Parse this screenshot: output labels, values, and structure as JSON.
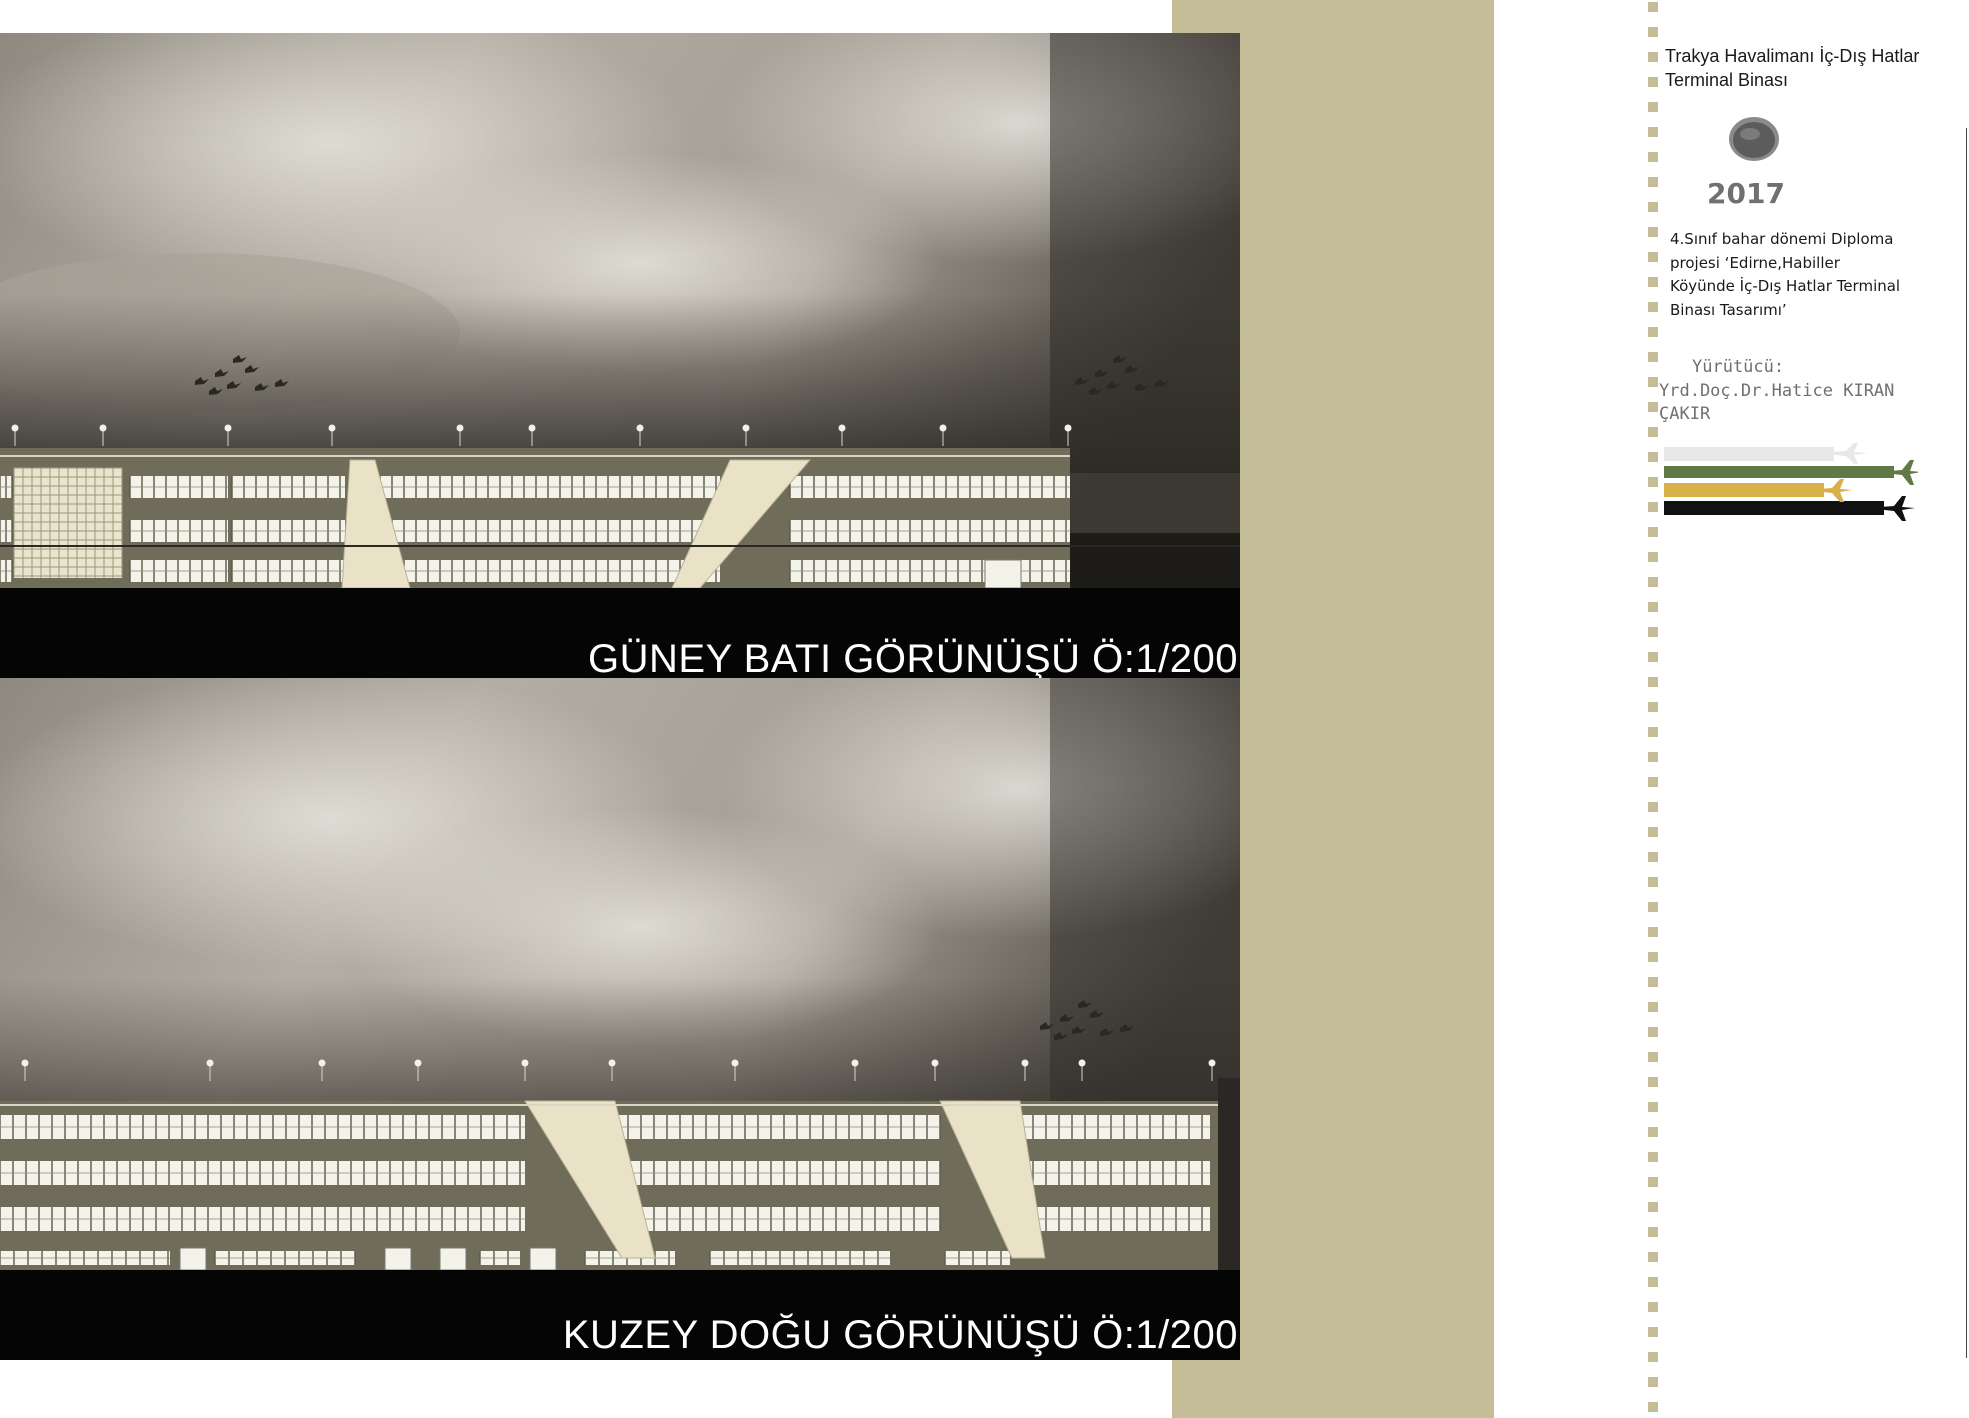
{
  "project": {
    "title": "Trakya Havalimanı İç-Dış Hatlar Terminal Binası",
    "year": "2017",
    "description": "4.Sınıf bahar dönemi Diploma projesi ‘Edirne,Habiller Köyünde İç-Dış Hatlar Terminal Binası Tasarımı’",
    "supervisor_label": "Yürütücü:",
    "supervisor_name": "Yrd.Doç.Dr.Hatice KIRAN ÇAKIR"
  },
  "drawings": [
    {
      "title": "GÜNEY BATI GÖRÜNÜŞÜ Ö:1/200"
    },
    {
      "title": "KUZEY DOĞU GÖRÜNÜŞÜ Ö:1/200"
    }
  ],
  "colors": {
    "beige": "#c5bc98",
    "facade": "#6f6d5a",
    "glass": "#f4f3ea",
    "ground": "#050505",
    "sky_dark": "#3a3630",
    "sky_light": "#d9d6cf",
    "plane_green": "#5f7a45",
    "plane_yellow": "#d8b04a",
    "plane_black": "#111111",
    "plane_white": "#e8e8e8"
  },
  "icons": [
    "logo-icon",
    "birds-icon",
    "airplane-icon"
  ]
}
